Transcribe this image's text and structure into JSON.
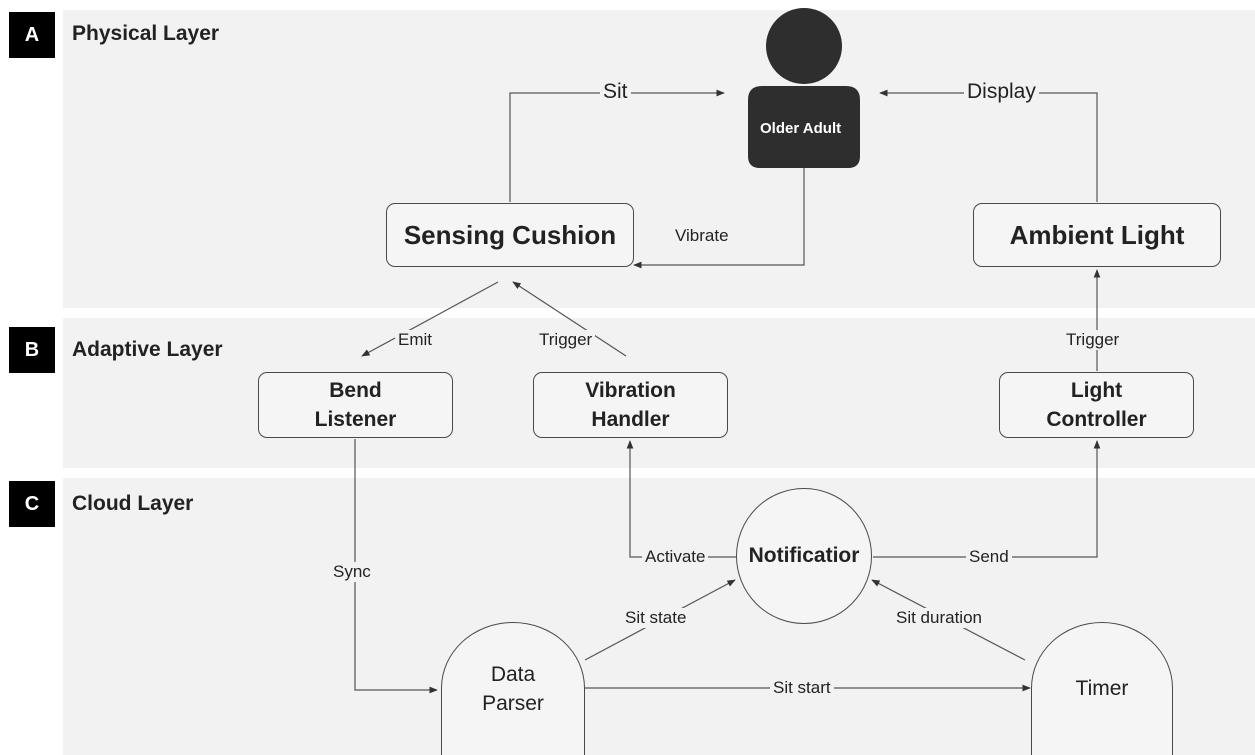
{
  "layers": [
    {
      "badge": "A",
      "title": "Physical Layer"
    },
    {
      "badge": "B",
      "title": "Adaptive Layer"
    },
    {
      "badge": "C",
      "title": "Cloud Layer"
    }
  ],
  "physical": {
    "actor": "Older Adult",
    "sensing_cushion": "Sensing Cushion",
    "ambient_light": "Ambient Light"
  },
  "adaptive": {
    "bend_listener": "Bend\nListener",
    "vibration_handler": "Vibration\nHandler",
    "light_controller": "Light\nController"
  },
  "cloud": {
    "notification": "Notificatior",
    "data_parser": "Data\nParser",
    "timer": "Timer"
  },
  "edges": {
    "sit": "Sit",
    "display": "Display",
    "vibrate": "Vibrate",
    "emit": "Emit",
    "trigger_left": "Trigger",
    "trigger_right": "Trigger",
    "sync": "Sync",
    "activate": "Activate",
    "send": "Send",
    "sit_state": "Sit state",
    "sit_duration": "Sit duration",
    "sit_start": "Sit start"
  },
  "colors": {
    "band": "#f2f2f2",
    "node_fill": "#f5f5f5",
    "stroke": "#4a4a4a",
    "actor": "#2e2e2e"
  }
}
